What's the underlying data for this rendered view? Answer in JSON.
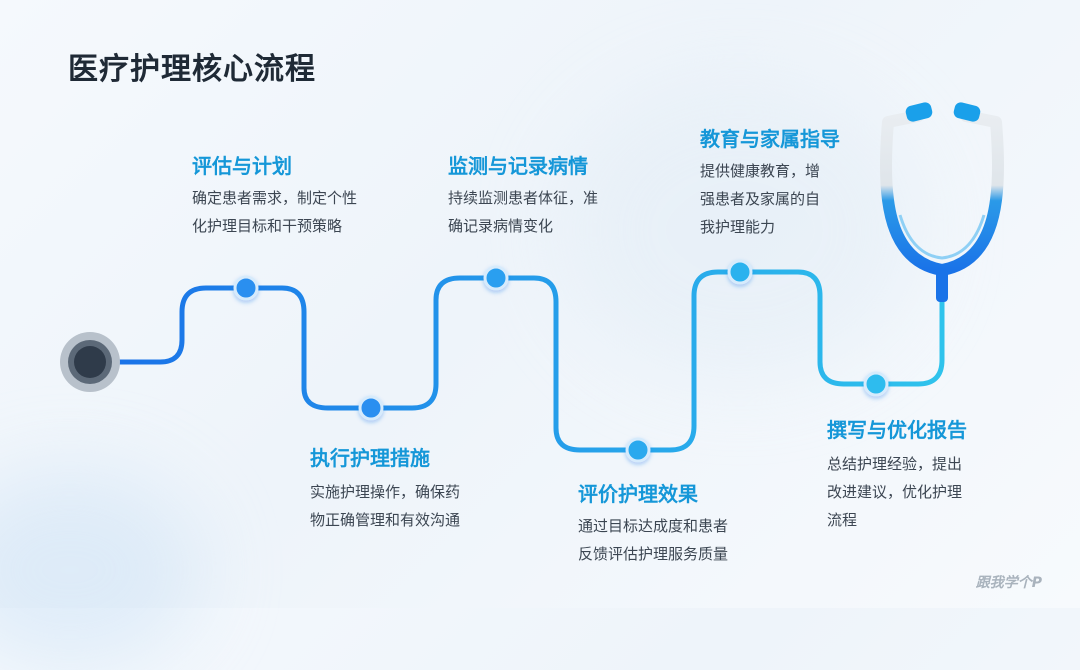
{
  "title": "医疗护理核心流程",
  "steps": [
    {
      "title": "评估与计划",
      "desc_lines": [
        "确定患者需求，制定个性",
        "化护理目标和干预策略"
      ]
    },
    {
      "title": "执行护理措施",
      "desc_lines": [
        "实施护理操作，确保药",
        "物正确管理和有效沟通"
      ]
    },
    {
      "title": "监测与记录病情",
      "desc_lines": [
        "持续监测患者体征，准",
        "确记录病情变化"
      ]
    },
    {
      "title": "评价护理效果",
      "desc_lines": [
        "通过目标达成度和患者",
        "反馈评估护理服务质量"
      ]
    },
    {
      "title": "教育与家属指导",
      "desc_lines": [
        "提供健康教育，增",
        "强患者及家属的自",
        "我护理能力"
      ]
    },
    {
      "title": "撰写与优化报告",
      "desc_lines": [
        "总结护理经验，提出",
        "改进建议，优化护理",
        "流程"
      ]
    }
  ],
  "watermark": "跟我学个P",
  "colors": {
    "accent": "#1597d8",
    "line_start": "#1a73e8",
    "line_end": "#2fc3ec",
    "title": "#1f2a36"
  }
}
